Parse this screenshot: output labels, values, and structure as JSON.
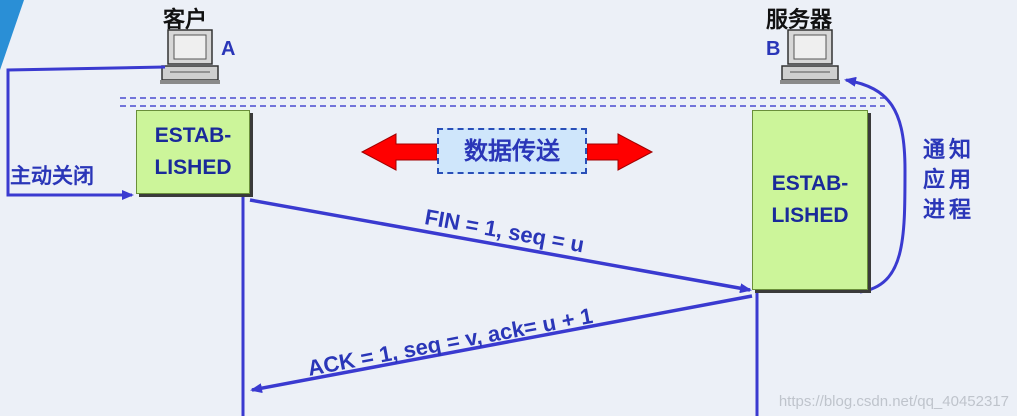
{
  "client": {
    "label": "客户",
    "letter": "A"
  },
  "server": {
    "label": "服务器",
    "letter": "B"
  },
  "client_state": {
    "line1": "ESTAB-",
    "line2": "LISHED"
  },
  "server_state": {
    "line1": "ESTAB-",
    "line2": "LISHED"
  },
  "active_close": "主动关闭",
  "notify_app": [
    "通",
    "知",
    "应",
    "用",
    "进",
    "程"
  ],
  "data_transfer": "数据传送",
  "messages": {
    "fin": "FIN = 1, seq = u",
    "ack": "ACK = 1, seq = v, ack= u + 1"
  },
  "watermark": "https://blog.csdn.net/qq_40452317",
  "colors": {
    "line": "#3a3ad0",
    "state_fill": "#ccf59a",
    "arrow_red": "#ff0000"
  }
}
